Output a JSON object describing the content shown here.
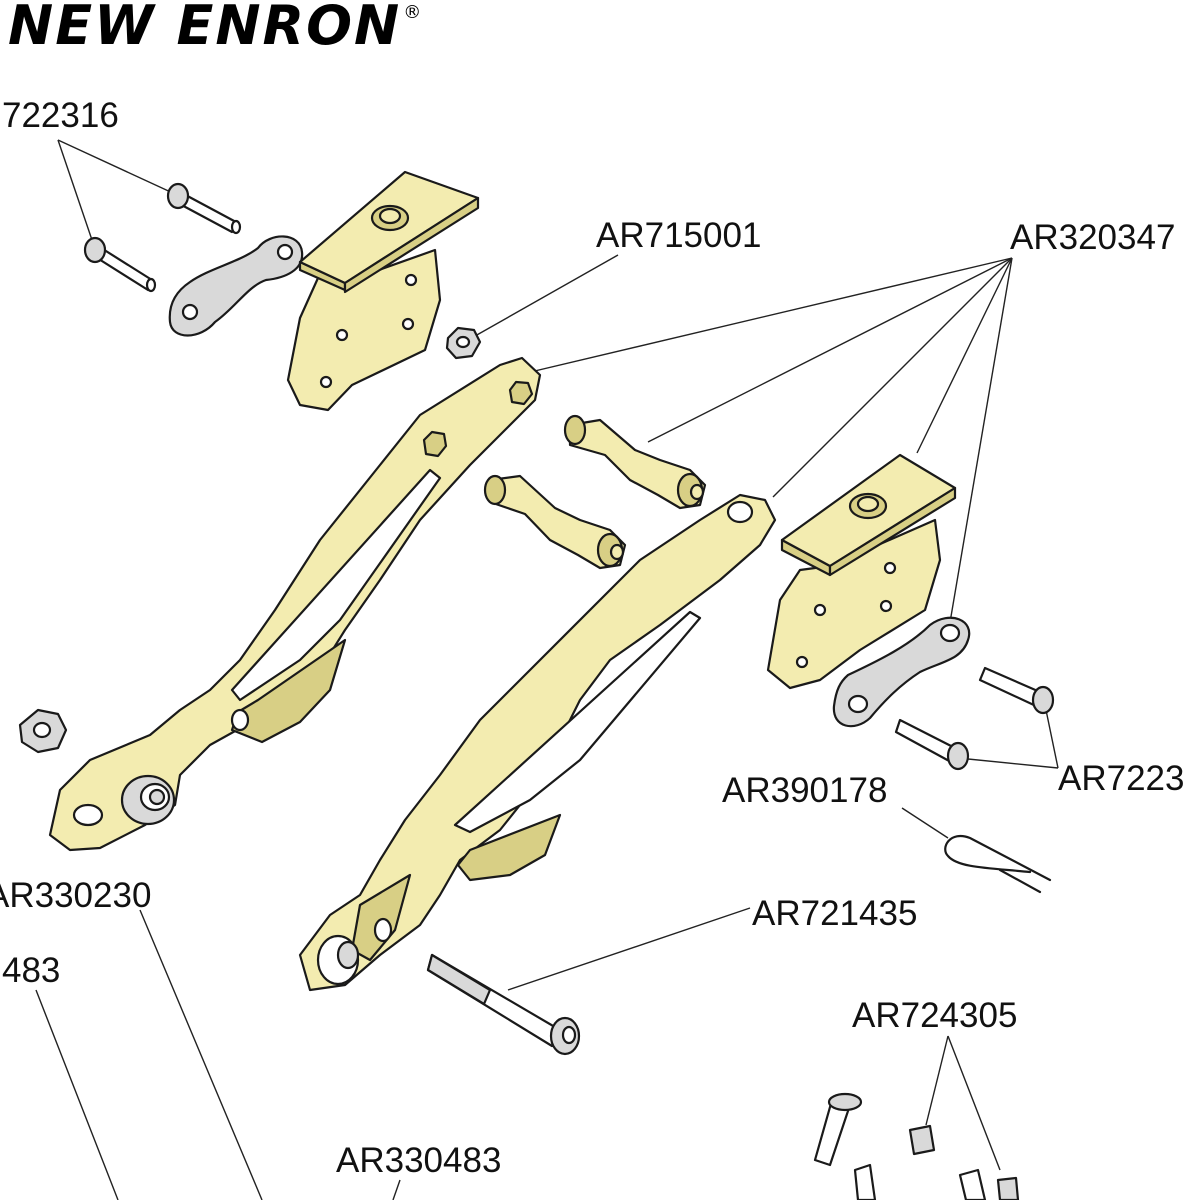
{
  "brand": {
    "name": "NEW ENRON",
    "mark": "®"
  },
  "callouts": {
    "top_left_bolts": "722316",
    "nut": "AR715001",
    "bushing": "AR320347",
    "right_bolts": "AR7223",
    "pin": "AR390178",
    "link_pin": "AR721435",
    "left_arm": "AR330230",
    "left_lower": "483",
    "bottom_center": "AR330483",
    "bottom_right": "AR724305"
  },
  "colors": {
    "part_fill": "#f3ecb0",
    "part_shade": "#d8cf85",
    "line": "#1a1a1a"
  }
}
